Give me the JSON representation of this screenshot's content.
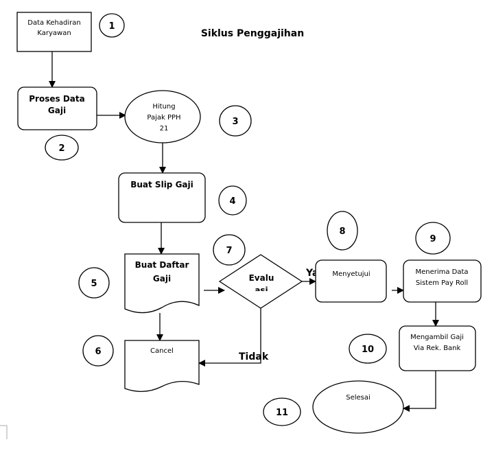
{
  "title": "Siklus Penggajihan",
  "nodes": {
    "kehadiran": [
      "Data Kehadiran",
      "Karyawan"
    ],
    "proses": [
      "Proses Data",
      "Gaji"
    ],
    "hitung": [
      "Hitung",
      "Pajak PPH",
      "21"
    ],
    "slip": [
      "Buat Slip Gaji"
    ],
    "daftar": [
      "Buat Daftar",
      "Gaji"
    ],
    "evaluasi": [
      "Evalu",
      "asi"
    ],
    "menyetujui": [
      "Menyetujui"
    ],
    "menerima": [
      "Menerima Data",
      "Sistem Pay Roll"
    ],
    "mengambil": [
      "Mengambil Gaji",
      "Via Rek. Bank"
    ],
    "selesai": [
      "Selesai"
    ],
    "cancel": [
      "Cancel"
    ]
  },
  "edge_labels": {
    "ya": "Ya",
    "tidak": "Tidak"
  },
  "step_numbers": [
    "1",
    "2",
    "3",
    "4",
    "5",
    "6",
    "7",
    "8",
    "9",
    "10",
    "11"
  ]
}
